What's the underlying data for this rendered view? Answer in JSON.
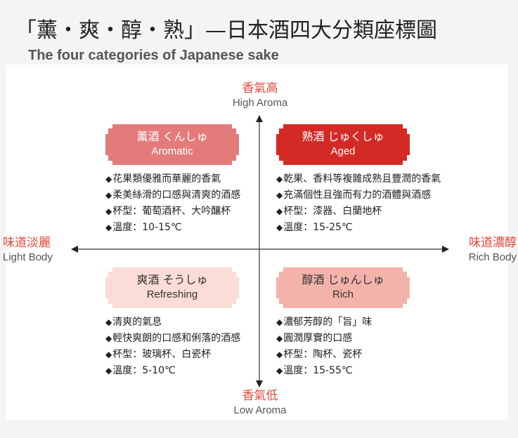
{
  "header": {
    "title": "「薰・爽・醇・熟」—日本酒四大分類座標圖",
    "subtitle": "The four categories of Japanese sake"
  },
  "axes": {
    "top": {
      "zh": "香氣高",
      "en": "High Aroma"
    },
    "bottom": {
      "zh": "香氣低",
      "en": "Low Aroma"
    },
    "left": {
      "zh": "味道淡麗",
      "en": "Light Body"
    },
    "right": {
      "zh": "味道濃醇",
      "en": "Rich Body"
    }
  },
  "marker": "◆",
  "quadrants": {
    "aromatic": {
      "zh": "薰酒 くんしゅ",
      "en": "Aromatic",
      "color": "#e37b7b",
      "items": [
        "花果類優雅而華麗的香氣",
        "柔美絲滑的口感與清爽的酒感",
        "杯型：葡萄酒杯、大吟釀杯",
        "溫度：10-15℃"
      ]
    },
    "aged": {
      "zh": "熟酒 じゅくしゅ",
      "en": "Aged",
      "color": "#d42a26",
      "items": [
        "乾果、香料等複雜成熟且豐潤的香氣",
        "充滿個性且強而有力的酒體與酒感",
        "杯型：漆器、白蘭地杯",
        "溫度：15-25℃"
      ]
    },
    "refreshing": {
      "zh": "爽酒 そうしゅ",
      "en": "Refreshing",
      "color": "#fbdcd6",
      "items": [
        "清爽的氣息",
        "輕快爽朗的口感和俐落的酒感",
        "杯型：玻璃杯、白瓷杯",
        "溫度：5-10℃"
      ]
    },
    "rich": {
      "zh": "醇酒 じゅんしゅ",
      "en": "Rich",
      "color": "#f4b3aa",
      "items": [
        "濃郁芳醇的「旨」味",
        "圓潤厚實的口感",
        "杯型：陶杯、瓷杯",
        "溫度：15-55℃"
      ]
    }
  }
}
